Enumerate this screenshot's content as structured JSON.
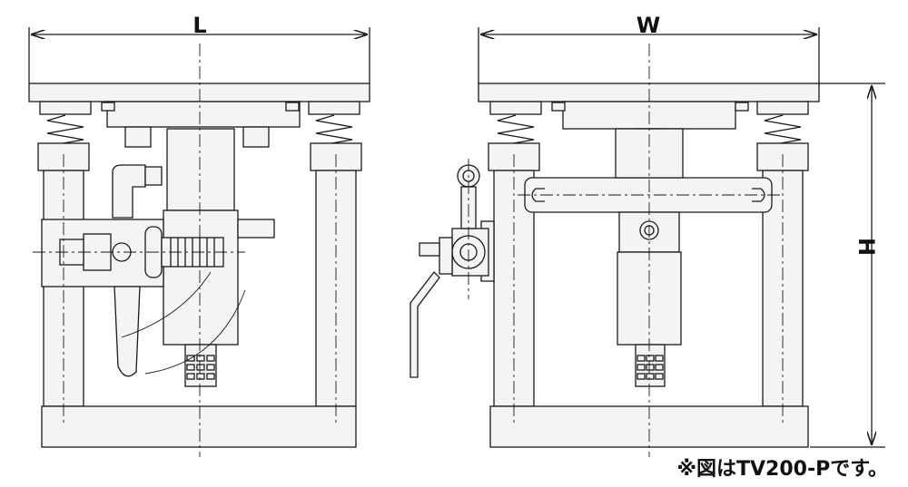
{
  "dimensions": {
    "length_label": "L",
    "width_label": "W",
    "height_label": "H"
  },
  "caption": "※図はTV200-Pです。",
  "colors": {
    "line": "#1a1a1a",
    "fill": "#f4f4f4"
  }
}
